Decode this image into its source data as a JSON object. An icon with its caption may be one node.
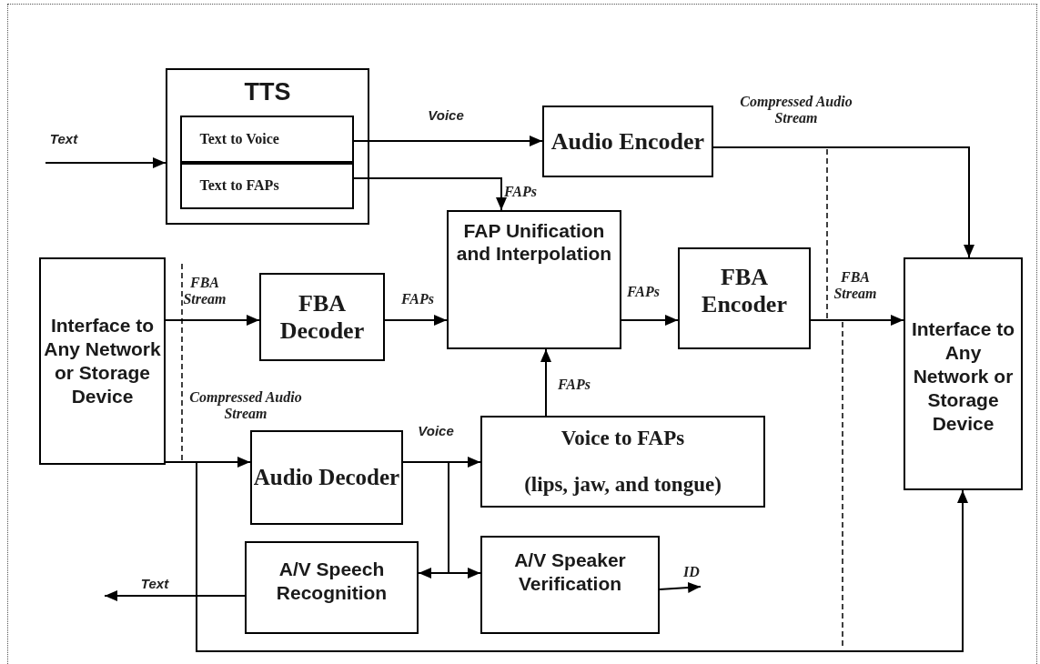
{
  "diagram": {
    "nodes": [
      {
        "text": [
          "TTS"
        ]
      },
      {
        "text": [
          "Text to Voice"
        ],
        "in": 0
      },
      {
        "text": [
          "Text to FAPs"
        ],
        "in": 0
      },
      {
        "text": [
          "Audio Encoder"
        ]
      },
      {
        "text": [
          "FAP Unification and Interpolation"
        ]
      },
      {
        "text": [
          "Interface to Any Network or Storage Device"
        ]
      },
      {
        "text": [
          "FBA Decoder"
        ]
      },
      {
        "text": [
          "FBA Encoder"
        ]
      },
      {
        "text": [
          "Interface to Any Network or Storage Device"
        ]
      },
      {
        "text": [
          "Voice to FAPs",
          "(lips, jaw, and tongue)"
        ]
      },
      {
        "text": [
          "Audio Decoder"
        ]
      },
      {
        "text": [
          "A/V Speech Recognition"
        ]
      },
      {
        "text": [
          "A/V Speaker Verification"
        ]
      }
    ],
    "edges": [
      {
        "from": null,
        "to": 0,
        "arrow": "to",
        "label": "Text"
      },
      {
        "from": 1,
        "to": 3,
        "arrow": "to",
        "label": "Voice"
      },
      {
        "from": 2,
        "to": 4,
        "arrow": "to",
        "label": "FAPs"
      },
      {
        "from": 3,
        "to": 8,
        "arrow": "to",
        "label": "Compressed Audio Stream"
      },
      {
        "from": 5,
        "to": 6,
        "arrow": "to",
        "label": "FBA Stream"
      },
      {
        "from": 6,
        "to": 4,
        "arrow": "to",
        "label": "FAPs"
      },
      {
        "from": 4,
        "to": 7,
        "arrow": "to",
        "label": "FAPs"
      },
      {
        "from": 7,
        "to": 8,
        "arrow": "to",
        "label": "FBA Stream"
      },
      {
        "from": 9,
        "to": 4,
        "arrow": "to",
        "label": "FAPs"
      },
      {
        "from": 5,
        "to": 10,
        "arrow": "to",
        "label": "Compressed Audio Stream"
      },
      {
        "from": 10,
        "to": 9,
        "arrow": "to",
        "label": "Voice"
      },
      {
        "from": 10,
        "to": 11,
        "arrow": "to"
      },
      {
        "from": 10,
        "to": 12,
        "arrow": "to"
      },
      {
        "from": 11,
        "to": null,
        "arrow": "to",
        "label": "Text"
      },
      {
        "from": 12,
        "to": null,
        "arrow": "to",
        "label": "ID"
      },
      {
        "from": 5,
        "to": 8,
        "arrow": "to"
      }
    ]
  }
}
